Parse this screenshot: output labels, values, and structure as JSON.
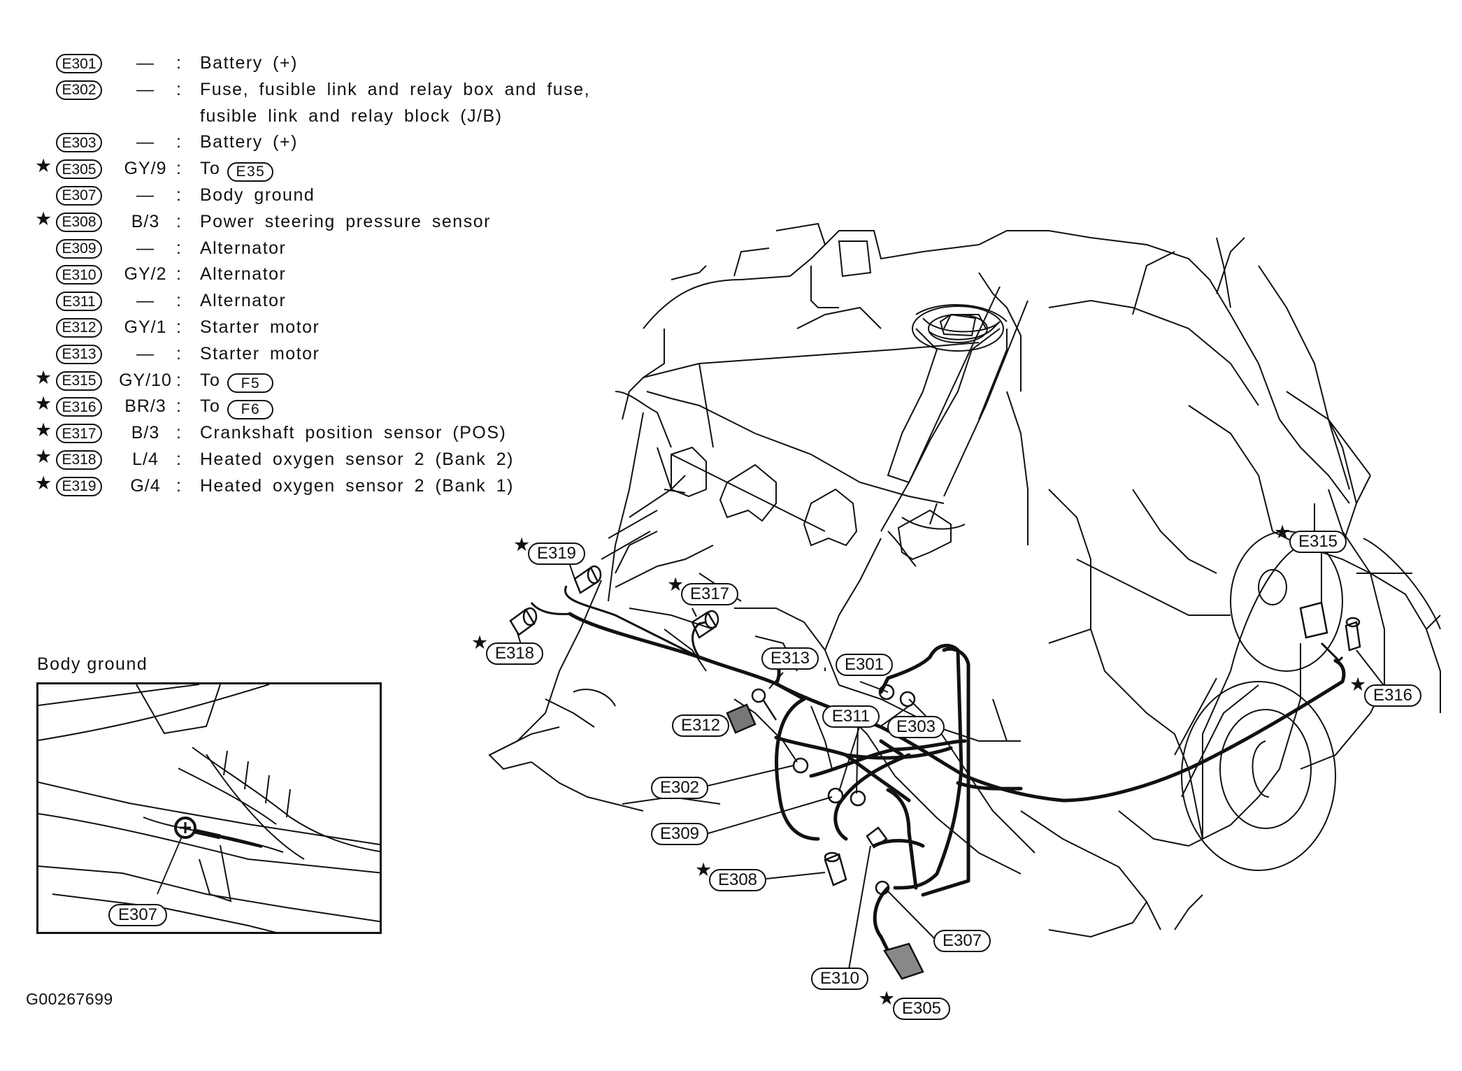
{
  "legend": {
    "rows": [
      {
        "code": "E301",
        "wire": "—",
        "desc": "Battery (+)",
        "star": false
      },
      {
        "code": "E302",
        "wire": "—",
        "desc": "Fuse, fusible link and relay box and fuse,",
        "star": false
      },
      {
        "code": "",
        "wire": "",
        "desc": "fusible link and relay block (J/B)",
        "star": false
      },
      {
        "code": "E303",
        "wire": "—",
        "desc": "Battery (+)",
        "star": false
      },
      {
        "code": "E305",
        "wire": "GY/9",
        "desc": "To",
        "to": "E35",
        "star": true
      },
      {
        "code": "E307",
        "wire": "—",
        "desc": "Body ground",
        "star": false
      },
      {
        "code": "E308",
        "wire": "B/3",
        "desc": "Power steering pressure sensor",
        "star": true
      },
      {
        "code": "E309",
        "wire": "—",
        "desc": "Alternator",
        "star": false
      },
      {
        "code": "E310",
        "wire": "GY/2",
        "desc": "Alternator",
        "star": false
      },
      {
        "code": "E311",
        "wire": "—",
        "desc": "Alternator",
        "star": false
      },
      {
        "code": "E312",
        "wire": "GY/1",
        "desc": "Starter motor",
        "star": false
      },
      {
        "code": "E313",
        "wire": "—",
        "desc": "Starter motor",
        "star": false
      },
      {
        "code": "E315",
        "wire": "GY/10",
        "desc": "To",
        "to": "F5",
        "star": true
      },
      {
        "code": "E316",
        "wire": "BR/3",
        "desc": "To",
        "to": "F6",
        "star": true
      },
      {
        "code": "E317",
        "wire": "B/3",
        "desc": "Crankshaft position sensor (POS)",
        "star": true
      },
      {
        "code": "E318",
        "wire": "L/4",
        "desc": "Heated oxygen sensor 2 (Bank 2)",
        "star": true
      },
      {
        "code": "E319",
        "wire": "G/4",
        "desc": "Heated oxygen sensor 2 (Bank 1)",
        "star": true
      }
    ],
    "colon": ":",
    "star_glyph": "★"
  },
  "inset": {
    "title": "Body ground",
    "callout": "E307"
  },
  "callouts": {
    "e319": "E319",
    "e318": "E318",
    "e317": "E317",
    "e313": "E313",
    "e301": "E301",
    "e312": "E312",
    "e311": "E311",
    "e303": "E303",
    "e302": "E302",
    "e309": "E309",
    "e308": "E308",
    "e310": "E310",
    "e307": "E307",
    "e305": "E305",
    "e315": "E315",
    "e316": "E316"
  },
  "reference_code": "G00267699"
}
